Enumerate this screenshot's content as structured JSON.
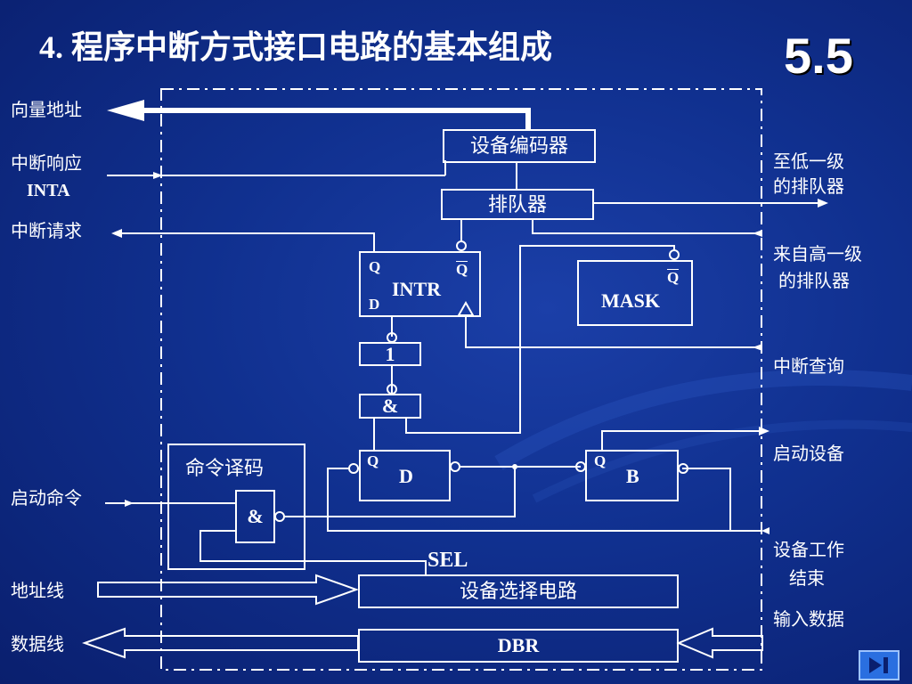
{
  "title": "4. 程序中断方式接口电路的基本组成",
  "slide_number": "5.5",
  "labels_left": {
    "vector_address": "向量地址",
    "int_ack": "中断响应",
    "inta": "INTA",
    "int_request": "中断请求",
    "start_cmd": "启动命令",
    "address_line": "地址线",
    "data_line": "数据线"
  },
  "labels_right": {
    "to_lower_1": "至低一级",
    "to_lower_2": "的排队器",
    "from_higher_1": "来自高一级",
    "from_higher_2": "的排队器",
    "int_query": "中断查询",
    "start_device": "启动设备",
    "dev_done_1": "设备工作",
    "dev_done_2": "结束",
    "input_data": "输入数据"
  },
  "blocks": {
    "encoder": "设备编码器",
    "queue": "排队器",
    "intr": "INTR",
    "mask": "MASK",
    "or_gate": "1",
    "and_gate": "&",
    "cmd_decode": "命令译码",
    "decode_and": "&",
    "d_ff": "D",
    "b_ff": "B",
    "sel": "SEL",
    "dev_select": "设备选择电路",
    "dbr": "DBR",
    "q": "Q",
    "d_pin": "D"
  },
  "colors": {
    "background": "#10308f",
    "line": "#ffffff",
    "nav_button": "#2a6fe0"
  },
  "icons": {
    "nav": "next-slide-icon"
  }
}
